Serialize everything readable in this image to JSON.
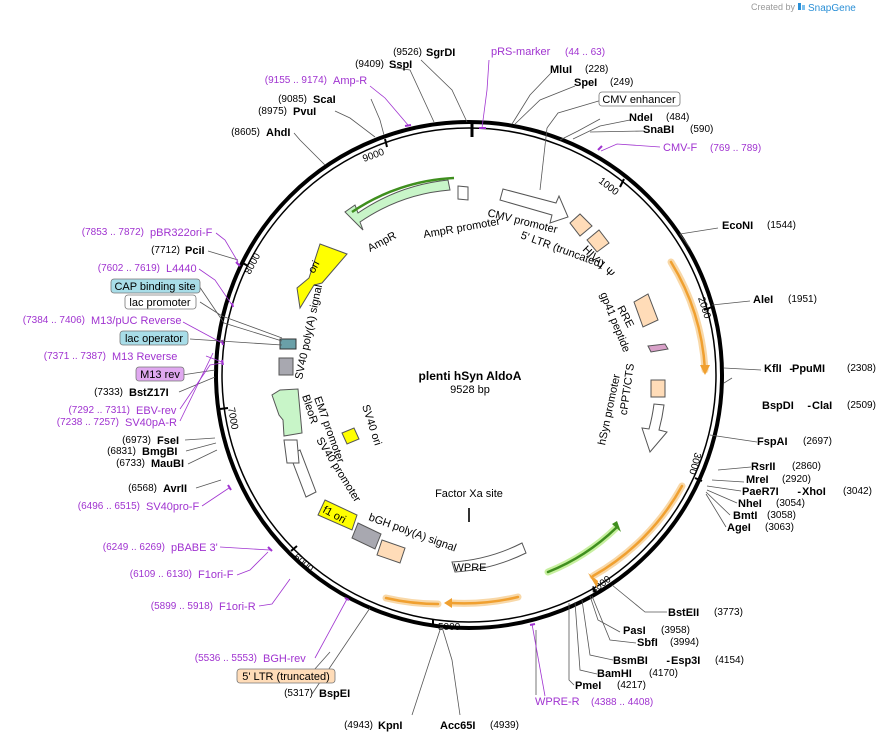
{
  "header": {
    "created_by": "Created by",
    "brand": "SnapGene"
  },
  "plasmid": {
    "name": "plenti hSyn AldoA",
    "length": "9528 bp"
  },
  "ticks": [
    "1000",
    "2000",
    "3000",
    "4000",
    "5000",
    "6000",
    "7000",
    "8000",
    "9000"
  ],
  "sites": {
    "sgrdi": {
      "name": "SgrDI",
      "pos": "(9526)"
    },
    "sspi": {
      "name": "SspI",
      "pos": "(9409)"
    },
    "scai": {
      "name": "ScaI",
      "pos": "(9085)"
    },
    "pvui": {
      "name": "PvuI",
      "pos": "(8975)"
    },
    "ahdi": {
      "name": "AhdI",
      "pos": "(8605)"
    },
    "mlui": {
      "name": "MluI",
      "pos": "(228)"
    },
    "spei": {
      "name": "SpeI",
      "pos": "(249)"
    },
    "ndei": {
      "name": "NdeI",
      "pos": "(484)"
    },
    "snabi": {
      "name": "SnaBI",
      "pos": "(590)"
    },
    "econi": {
      "name": "EcoNI",
      "pos": "(1544)"
    },
    "alei": {
      "name": "AleI",
      "pos": "(1951)"
    },
    "kfli": {
      "name": "KflI",
      "name2": "PpuMI",
      "pos": "(2308)"
    },
    "bspdi": {
      "name": "BspDI",
      "name2": "ClaI",
      "pos": "(2509)"
    },
    "fspai": {
      "name": "FspAI",
      "pos": "(2697)"
    },
    "rsrii": {
      "name": "RsrII",
      "pos": "(2860)"
    },
    "mrei": {
      "name": "MreI",
      "pos": "(2920)"
    },
    "paer7i": {
      "name": "PaeR7I",
      "name2": "XhoI",
      "pos": "(3042)"
    },
    "nhei": {
      "name": "NheI",
      "pos": "(3054)"
    },
    "bmti": {
      "name": "BmtI",
      "pos": "(3058)"
    },
    "agei": {
      "name": "AgeI",
      "pos": "(3063)"
    },
    "bsteii": {
      "name": "BstEII",
      "pos": "(3773)"
    },
    "pasi": {
      "name": "PasI",
      "pos": "(3958)"
    },
    "sbfi": {
      "name": "SbfI",
      "pos": "(3994)"
    },
    "bsmbi": {
      "name": "BsmBI",
      "name2": "Esp3I",
      "pos": "(4154)"
    },
    "bamhi": {
      "name": "BamHI",
      "pos": "(4170)"
    },
    "pmei": {
      "name": "PmeI",
      "pos": "(4217)"
    },
    "acc65i": {
      "name": "Acc65I",
      "pos": "(4939)"
    },
    "kpni": {
      "name": "KpnI",
      "pos": "(4943)"
    },
    "bspei": {
      "name": "BspEI",
      "pos": "(5317)"
    },
    "avrii": {
      "name": "AvrII",
      "pos": "(6568)"
    },
    "maubi": {
      "name": "MauBI",
      "pos": "(6733)"
    },
    "bmgbi": {
      "name": "BmgBI",
      "pos": "(6831)"
    },
    "fsei": {
      "name": "FseI",
      "pos": "(6973)"
    },
    "bstz17i": {
      "name": "BstZ17I",
      "pos": "(7333)"
    },
    "pcii": {
      "name": "PciI",
      "pos": "(7712)"
    }
  },
  "primers": {
    "prs_marker": {
      "name": "pRS-marker",
      "pos": "(44 .. 63)"
    },
    "amp_r": {
      "name": "Amp-R",
      "pos": "(9155 .. 9174)"
    },
    "cmv_f": {
      "name": "CMV-F",
      "pos": "(769 .. 789)"
    },
    "pbr322ori_f": {
      "name": "pBR322ori-F",
      "pos": "(7853 .. 7872)"
    },
    "l4440": {
      "name": "L4440",
      "pos": "(7602 .. 7619)"
    },
    "m13_puc_reverse": {
      "name": "M13/pUC Reverse",
      "pos": "(7384 .. 7406)"
    },
    "m13_reverse": {
      "name": "M13 Reverse",
      "pos": "(7371 .. 7387)"
    },
    "ebv_rev": {
      "name": "EBV-rev",
      "pos": "(7292 .. 7311)"
    },
    "sv40pa_r": {
      "name": "SV40pA-R",
      "pos": "(7238 .. 7257)"
    },
    "sv40pro_f": {
      "name": "SV40pro-F",
      "pos": "(6496 .. 6515)"
    },
    "pbabe3": {
      "name": "pBABE 3'",
      "pos": "(6249 .. 6269)"
    },
    "f1ori_f": {
      "name": "F1ori-F",
      "pos": "(6109 .. 6130)"
    },
    "f1ori_r": {
      "name": "F1ori-R",
      "pos": "(5899 .. 5918)"
    },
    "bgh_rev": {
      "name": "BGH-rev",
      "pos": "(5536 .. 5553)"
    },
    "wpre_r": {
      "name": "WPRE-R",
      "pos": "(4388 .. 4408)"
    }
  },
  "boxed": {
    "cmv_enhancer": "CMV enhancer",
    "cap_binding": "CAP binding site",
    "lac_promoter": "lac promoter",
    "lac_operator": "lac operator",
    "m13_rev": "M13 rev",
    "ltr_trunc": "5' LTR (truncated)"
  },
  "features": {
    "cmv_promoter": "CMV promoter",
    "ltr5": "5' LTR (truncated)",
    "hiv_psi": "HIV-1 Ψ",
    "rre": "RRE",
    "gp41": "gp41 peptide",
    "cppt": "cPPT/CTS",
    "hsyn": "hSyn promoter",
    "factor_xa": "Factor Xa site",
    "wpre": "WPRE",
    "bgh_polya": "bGH poly(A) signal",
    "f1_ori": "f1 ori",
    "sv40_promoter": "SV40 promoter",
    "em7": "EM7 promoter",
    "bleor": "BleoR",
    "sv40_ori": "SV40 ori",
    "sv40_polya": "SV40 poly(A) signal",
    "ori": "ori",
    "ampr": "AmpR",
    "ampr_promoter": "AmpR promoter"
  },
  "colors": {
    "backbone": "#000000",
    "primer": "#a033d0",
    "orange_arrow": "#f0a030",
    "green_arrow": "#3f8f1e",
    "ltr_fill": "#ffdcb8",
    "ori_fill": "#ffff00",
    "ampr_fill": "#c8f5c8",
    "box_blue": "#a8dde8",
    "box_purple": "#e0a8f0"
  }
}
